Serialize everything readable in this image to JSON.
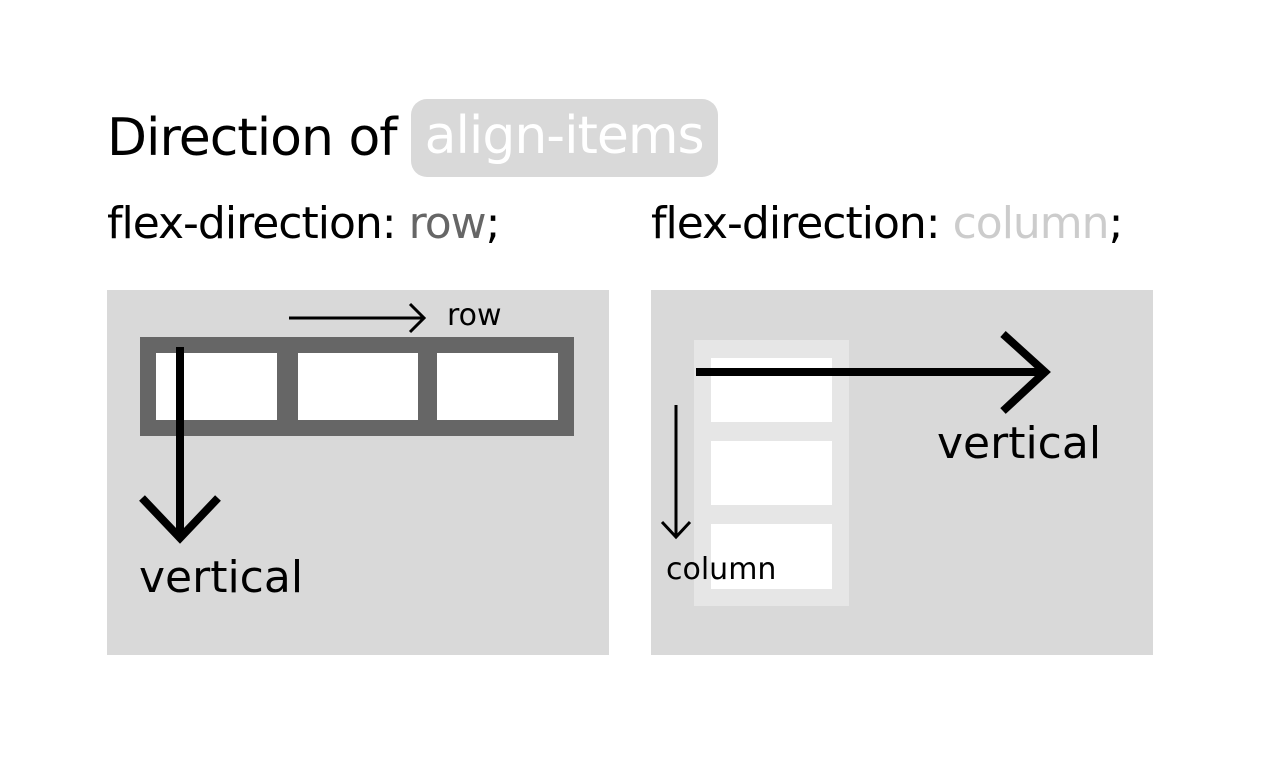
{
  "title": {
    "text": "Direction of",
    "highlight": "align-items"
  },
  "panels": [
    {
      "property": "flex-direction:",
      "value": "row",
      "terminator": ";",
      "main_axis_label": "row",
      "cross_axis_label": "vertical"
    },
    {
      "property": "flex-direction:",
      "value": "column",
      "terminator": ";",
      "main_axis_label": "column",
      "cross_axis_label": "vertical"
    }
  ],
  "colors": {
    "panel_bg": "#d9d9d9",
    "row_container": "#666666",
    "column_container": "#e6e6e6",
    "item_fill": "#ffffff",
    "pill_bg": "#d9d9d9",
    "row_value": "#666666",
    "column_value": "#cccccc",
    "arrow": "#000000"
  }
}
